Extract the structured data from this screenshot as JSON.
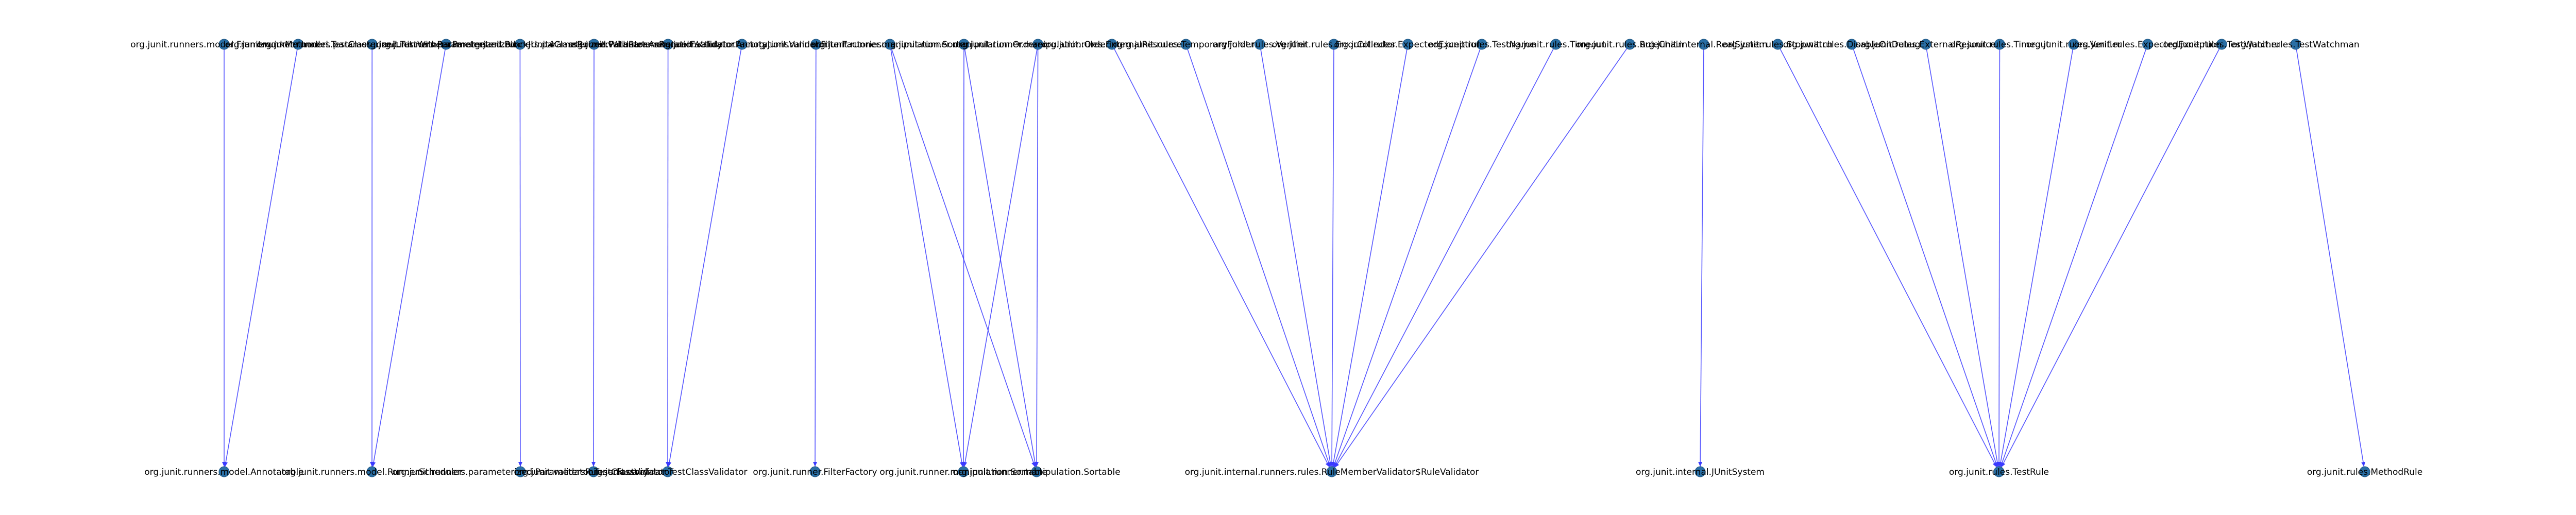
{
  "diagram": {
    "type": "directed-graph",
    "colors": {
      "node": "#2a6fa5",
      "edge": "#3a3aff",
      "label": "#000000"
    },
    "top_nodes": [
      {
        "id": "t0",
        "label": "org.junit.runners.model.FrameworkMethod"
      },
      {
        "id": "t1",
        "label": "org.junit.runners.model.TestClass"
      },
      {
        "id": "t2",
        "label": "org.junit.runners.parameterized.TestWithParameters"
      },
      {
        "id": "t3",
        "label": "org.junit.runners.Parameterized"
      },
      {
        "id": "t4",
        "label": "org.junit.runners.parameterized.BlockJUnit4ClassRunnerWithParameters"
      },
      {
        "id": "t5",
        "label": "org.junit.runners.parameterized.ParametersRunnerFactory"
      },
      {
        "id": "t6",
        "label": "org.junit.validator.AnnotationValidatorFactory"
      },
      {
        "id": "t7",
        "label": "org.junit.validator.AnnotationsValidator"
      },
      {
        "id": "t8",
        "label": "org.junit.runner.FilterFactories"
      },
      {
        "id": "t9",
        "label": "org.junit.runner.manipulation.Sorter"
      },
      {
        "id": "t10",
        "label": "org.junit.runner.manipulation.Orderer"
      },
      {
        "id": "t11",
        "label": "org.junit.runner.manipulation.Ordering"
      },
      {
        "id": "t12",
        "label": "org.junit.rules.ExternalResource"
      },
      {
        "id": "t13",
        "label": "org.junit.rules.TemporaryFolder"
      },
      {
        "id": "t14",
        "label": "org.junit.rules.Verifier"
      },
      {
        "id": "t15",
        "label": "org.junit.rules.ErrorCollector"
      },
      {
        "id": "t16",
        "label": "org.junit.rules.ExpectedException"
      },
      {
        "id": "t17",
        "label": "org.junit.rules.TestName"
      },
      {
        "id": "t18",
        "label": "org.junit.rules.Timeout"
      },
      {
        "id": "t19",
        "label": "org.junit.rules.RuleChain"
      },
      {
        "id": "t20",
        "label": "org.junit.internal.RealSystem"
      },
      {
        "id": "t21",
        "label": "org.junit.rules.Stopwatch"
      },
      {
        "id": "t22",
        "label": "org.junit.rules.DisableOnDebug"
      },
      {
        "id": "t23",
        "label": "org.junit.rules.ExternalResource"
      },
      {
        "id": "t24",
        "label": "org.junit.rules.Timeout"
      },
      {
        "id": "t25",
        "label": "org.junit.rules.Verifier"
      },
      {
        "id": "t26",
        "label": "org.junit.rules.ExpectedException"
      },
      {
        "id": "t27",
        "label": "org.junit.rules.TestWatcher"
      },
      {
        "id": "t28",
        "label": "org.junit.rules.TestWatchman"
      }
    ],
    "bottom_nodes": [
      {
        "id": "b0",
        "label": "org.junit.runners.model.Annotatable"
      },
      {
        "id": "b1",
        "label": "org.junit.runners.model.RunnerScheduler"
      },
      {
        "id": "b2",
        "label": "org.junit.runners.parameterized.ParametersRunnerFactory"
      },
      {
        "id": "b3",
        "label": "org.junit.validator.TestClassValidator"
      },
      {
        "id": "b4",
        "label": "org.junit.validator.TestClassValidator"
      },
      {
        "id": "b5",
        "label": "org.junit.runner.FilterFactory"
      },
      {
        "id": "b6",
        "label": "org.junit.runner.manipulation.Sortable"
      },
      {
        "id": "b7",
        "label": "org.junit.runner.manipulation.Sortable"
      },
      {
        "id": "b8",
        "label": "org.junit.internal.runners.rules.RuleMemberValidator$RuleValidator"
      },
      {
        "id": "b9",
        "label": "org.junit.internal.JUnitSystem"
      },
      {
        "id": "b10",
        "label": "org.junit.rules.TestRule"
      },
      {
        "id": "b11",
        "label": "org.junit.rules.MethodRule"
      }
    ],
    "edges": [
      {
        "from": "t0",
        "to": "b0"
      },
      {
        "from": "t1",
        "to": "b0"
      },
      {
        "from": "t2",
        "to": "b1"
      },
      {
        "from": "t3",
        "to": "b1"
      },
      {
        "from": "t4",
        "to": "b2"
      },
      {
        "from": "t5",
        "to": "b3"
      },
      {
        "from": "t6",
        "to": "b4"
      },
      {
        "from": "t7",
        "to": "b4"
      },
      {
        "from": "t8",
        "to": "b5"
      },
      {
        "from": "t9",
        "to": "b6"
      },
      {
        "from": "t9",
        "to": "b7"
      },
      {
        "from": "t10",
        "to": "b6"
      },
      {
        "from": "t10",
        "to": "b7"
      },
      {
        "from": "t11",
        "to": "b6"
      },
      {
        "from": "t11",
        "to": "b7"
      },
      {
        "from": "t12",
        "to": "b8"
      },
      {
        "from": "t13",
        "to": "b8"
      },
      {
        "from": "t14",
        "to": "b8"
      },
      {
        "from": "t15",
        "to": "b8"
      },
      {
        "from": "t16",
        "to": "b8"
      },
      {
        "from": "t17",
        "to": "b8"
      },
      {
        "from": "t18",
        "to": "b8"
      },
      {
        "from": "t19",
        "to": "b8"
      },
      {
        "from": "t20",
        "to": "b9"
      },
      {
        "from": "t21",
        "to": "b10"
      },
      {
        "from": "t22",
        "to": "b10"
      },
      {
        "from": "t23",
        "to": "b10"
      },
      {
        "from": "t24",
        "to": "b10"
      },
      {
        "from": "t25",
        "to": "b10"
      },
      {
        "from": "t26",
        "to": "b10"
      },
      {
        "from": "t27",
        "to": "b10"
      },
      {
        "from": "t28",
        "to": "b11"
      }
    ]
  }
}
